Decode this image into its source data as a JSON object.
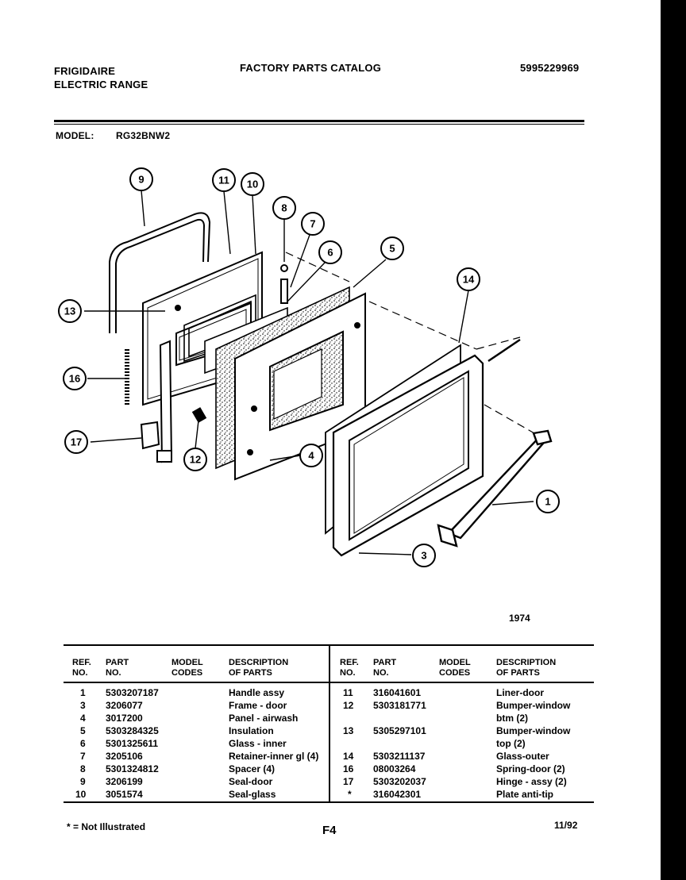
{
  "header": {
    "brand": "FRIGIDAIRE",
    "product": "ELECTRIC RANGE",
    "title": "FACTORY PARTS CATALOG",
    "catalog_number": "5995229969",
    "model_label": "MODEL:",
    "model_value": "RG32BNW2"
  },
  "diagram": {
    "callouts": [
      "9",
      "11",
      "10",
      "8",
      "7",
      "6",
      "5",
      "14",
      "13",
      "16",
      "17",
      "12",
      "4",
      "1",
      "3"
    ],
    "figure_number": "1974"
  },
  "table": {
    "headers": {
      "ref_no": [
        "REF.",
        "NO."
      ],
      "part_no": [
        "PART",
        "NO."
      ],
      "model_codes": [
        "MODEL",
        "CODES"
      ],
      "description": [
        "DESCRIPTION",
        "OF PARTS"
      ]
    },
    "left_rows": [
      {
        "ref": "1",
        "part": "5303207187",
        "desc": "Handle assy"
      },
      {
        "ref": "3",
        "part": "3206077",
        "desc": "Frame - door"
      },
      {
        "ref": "4",
        "part": "3017200",
        "desc": "Panel - airwash"
      },
      {
        "ref": "5",
        "part": "5303284325",
        "desc": "Insulation"
      },
      {
        "ref": "6",
        "part": "5301325611",
        "desc": "Glass - inner"
      },
      {
        "ref": "7",
        "part": "3205106",
        "desc": "Retainer-inner gl (4)"
      },
      {
        "ref": "8",
        "part": "5301324812",
        "desc": "Spacer (4)"
      },
      {
        "ref": "9",
        "part": "3206199",
        "desc": "Seal-door"
      },
      {
        "ref": "10",
        "part": "3051574",
        "desc": "Seal-glass"
      }
    ],
    "right_rows": [
      {
        "ref": "11",
        "part": "316041601",
        "desc": "Liner-door"
      },
      {
        "ref": "12",
        "part": "5303181771",
        "desc": "Bumper-window"
      },
      {
        "ref": "",
        "part": "",
        "desc": "btm (2)"
      },
      {
        "ref": "13",
        "part": "5305297101",
        "desc": "Bumper-window"
      },
      {
        "ref": "",
        "part": "",
        "desc": "top (2)"
      },
      {
        "ref": "14",
        "part": "5303211137",
        "desc": "Glass-outer"
      },
      {
        "ref": "16",
        "part": "08003264",
        "desc": "Spring-door (2)"
      },
      {
        "ref": "17",
        "part": "5303202037",
        "desc": "Hinge - assy (2)"
      },
      {
        "ref": "*",
        "part": "316042301",
        "desc": "Plate anti-tip"
      }
    ]
  },
  "footer": {
    "note": "* = Not Illustrated",
    "page": "F4",
    "date": "11/92"
  }
}
